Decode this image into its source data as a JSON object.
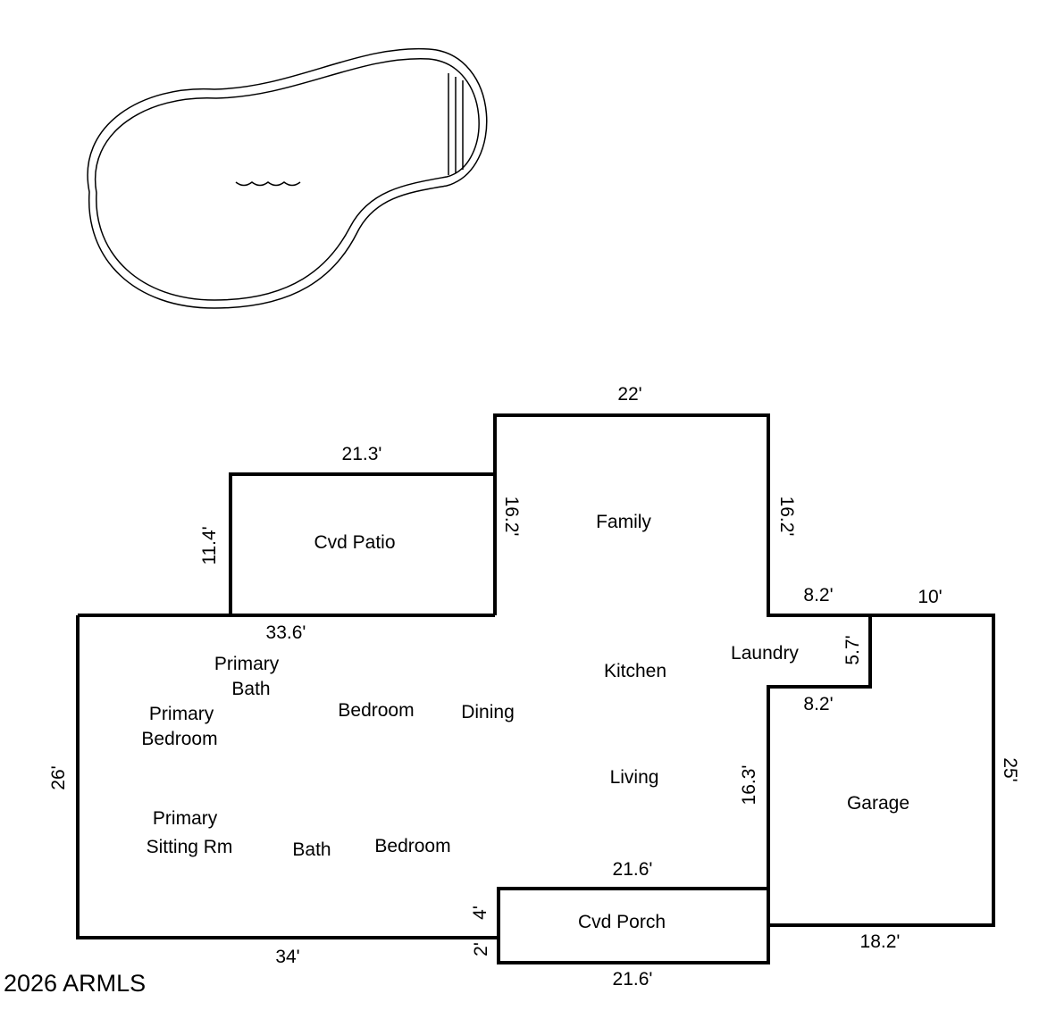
{
  "rooms": {
    "cvd_patio": "Cvd Patio",
    "family": "Family",
    "kitchen": "Kitchen",
    "laundry": "Laundry",
    "primary_bath": [
      "Primary",
      "Bath"
    ],
    "primary_bedroom": [
      "Primary",
      "Bedroom"
    ],
    "bedroom_top": "Bedroom",
    "dining": "Dining",
    "living": "Living",
    "garage": "Garage",
    "primary_sitting": [
      "Primary",
      "Sitting Rm"
    ],
    "bath": "Bath",
    "bedroom_bottom": "Bedroom",
    "cvd_porch": "Cvd Porch"
  },
  "dimensions": {
    "family_top": "22'",
    "patio_top": "21.3'",
    "patio_left": "11.4'",
    "family_left": "16.2'",
    "family_right": "16.2'",
    "house_top": "33.6'",
    "laundry_top": "8.2'",
    "garage_top": "10'",
    "laundry_side": "5.7'",
    "laundry_bottom": "8.2'",
    "house_left": "26'",
    "living_right": "16.3'",
    "garage_right": "25'",
    "porch_top": "21.6'",
    "porch_left_upper": "4'",
    "porch_left_lower": "2'",
    "house_bottom": "34'",
    "porch_bottom": "21.6'",
    "garage_bottom": "18.2'"
  },
  "copyright": "2026 ARMLS"
}
